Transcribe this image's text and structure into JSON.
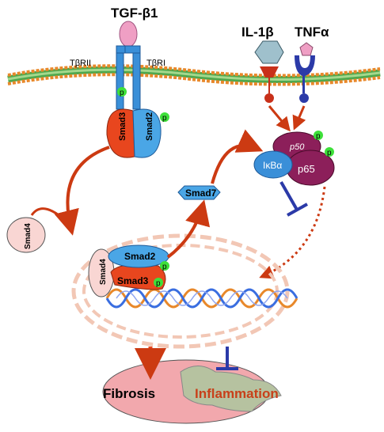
{
  "labels": {
    "tgfb1": "TGF-β1",
    "tbrii": "TβRII",
    "tbri": "TβRI",
    "il1b": "IL-1β",
    "tnfa": "TNFα",
    "p": "p",
    "smad3": "Smad3",
    "smad2": "Smad2",
    "smad4": "Smad4",
    "smad7": "Smad7",
    "p50": "p50",
    "p65": "p65",
    "ikba": "IκBα",
    "fibrosis": "Fibrosis",
    "inflammation": "Inflammation"
  },
  "colors": {
    "membrane_head": "#e8882a",
    "membrane_tail": "#4ea84e",
    "receptor_blue": "#3a8fd8",
    "ligand_pink": "#ef9fc4",
    "smad3_red": "#e8461e",
    "smad2_blue": "#4aa6e6",
    "smad4_pink": "#f9d6d3",
    "phospho_green": "#3ee03a",
    "nfkb_purple": "#8c1f5a",
    "arrow_red": "#cc3a12",
    "inhibit_blue": "#2b3aa8",
    "inflammation_text": "#c8401a"
  }
}
